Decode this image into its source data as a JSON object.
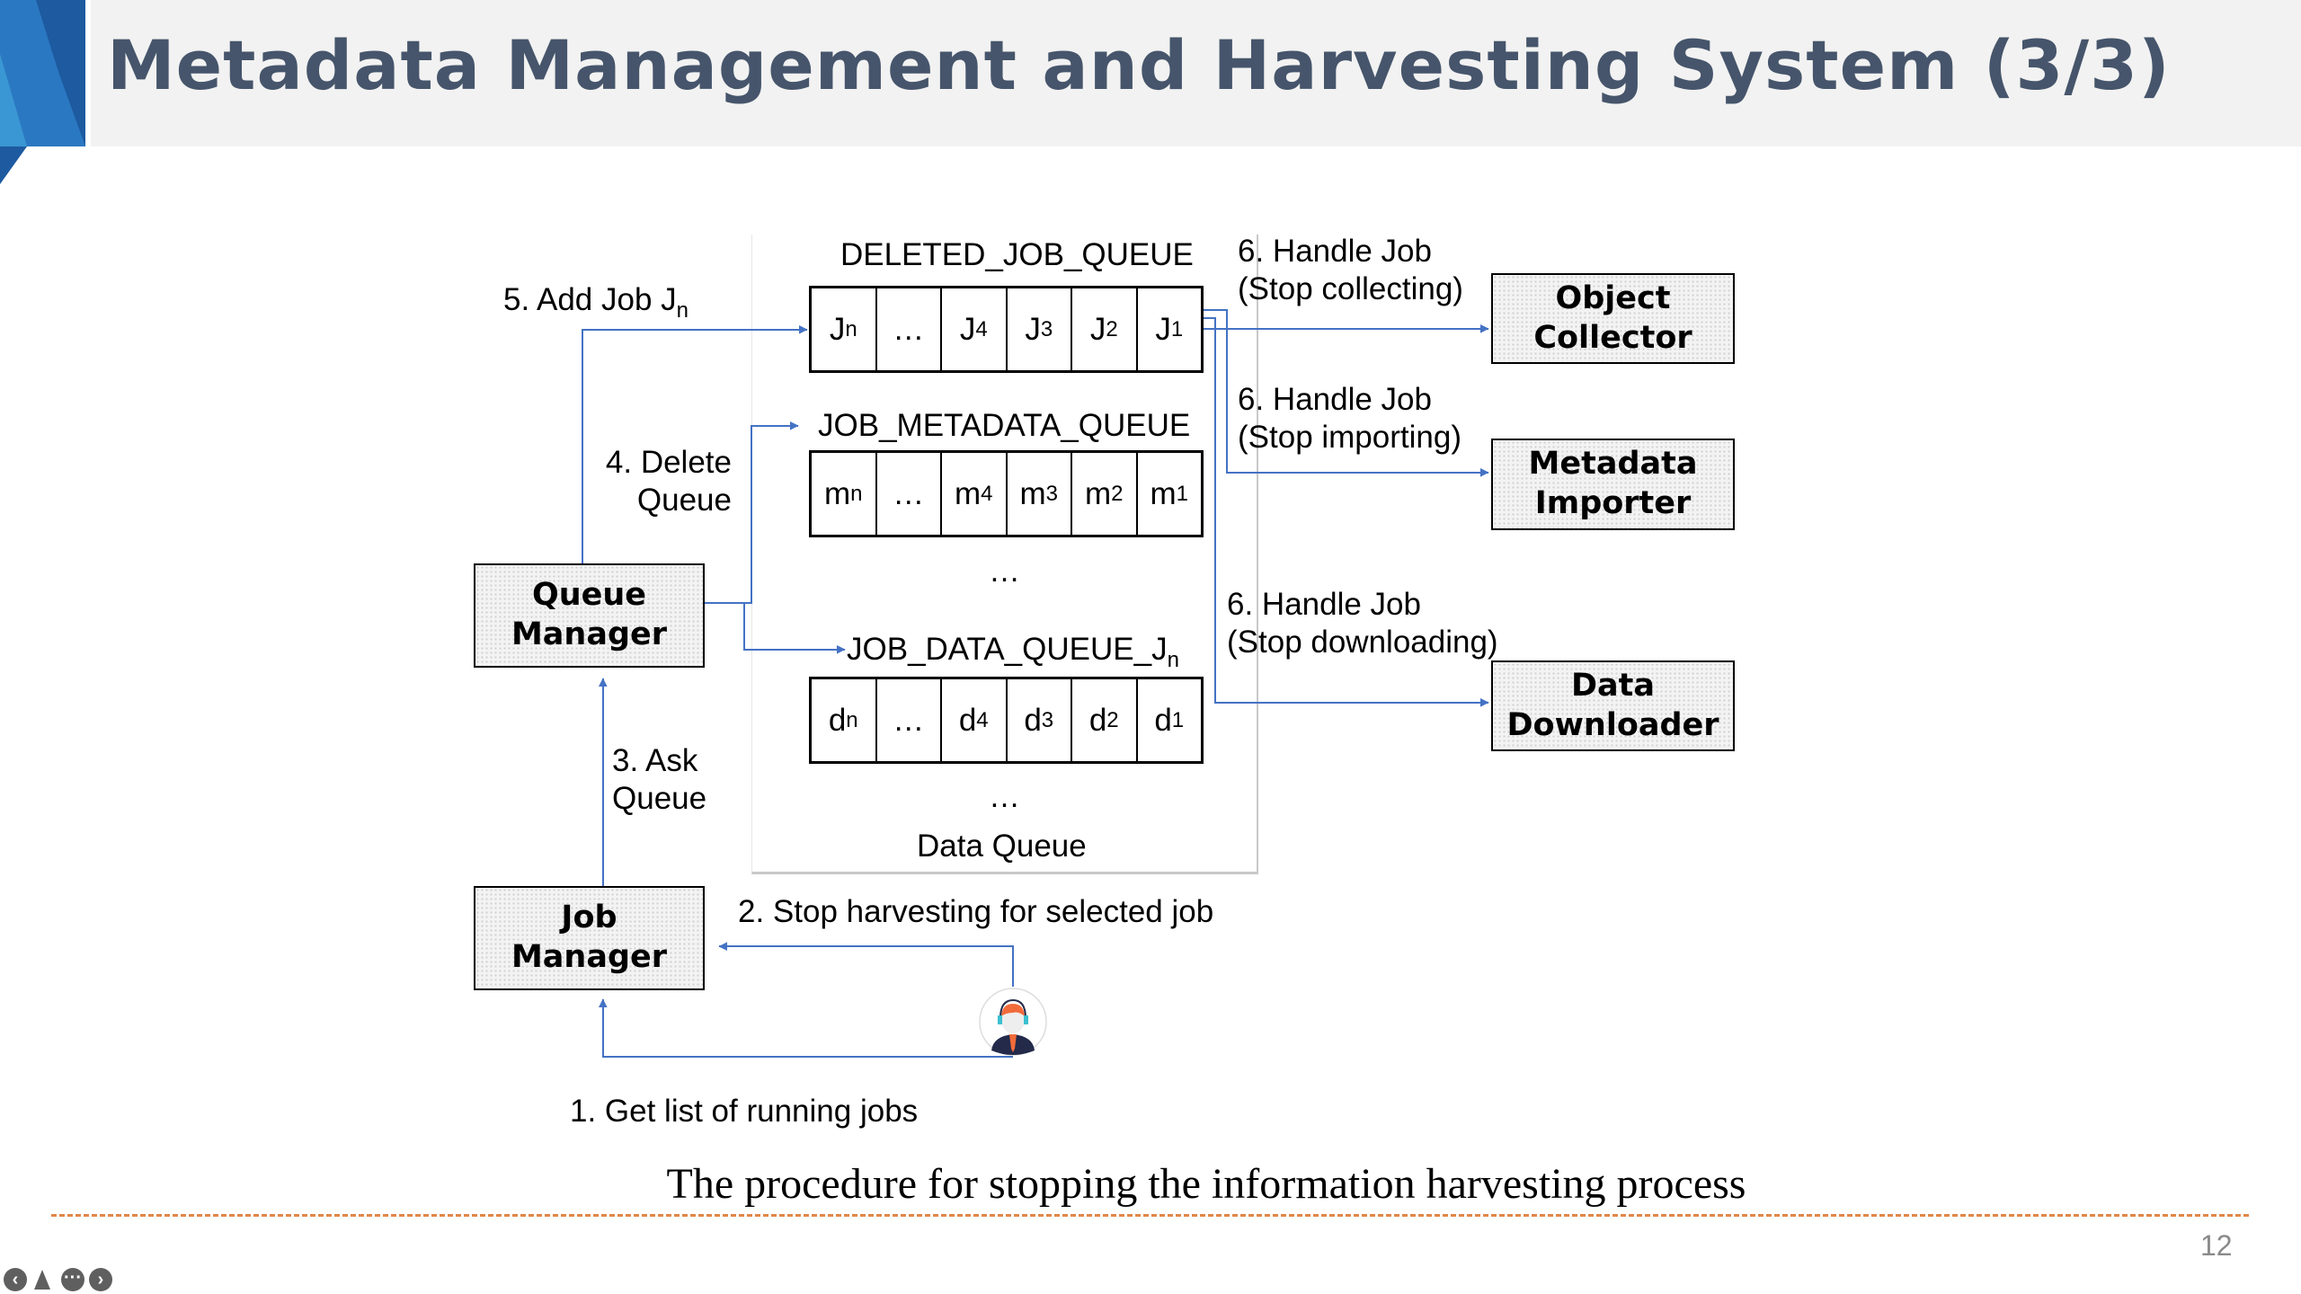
{
  "header": {
    "title": "Metadata Management and Harvesting System (3/3)"
  },
  "data_queue": {
    "label": "Data Queue",
    "ellipsis_mid": "…",
    "ellipsis_bottom": "…",
    "queues": [
      {
        "name": "DELETED_JOB_QUEUE",
        "cells": [
          {
            "b": "J",
            "s": "n"
          },
          {
            "b": "…",
            "s": ""
          },
          {
            "b": "J",
            "s": "4"
          },
          {
            "b": "J",
            "s": "3"
          },
          {
            "b": "J",
            "s": "2"
          },
          {
            "b": "J",
            "s": "1"
          }
        ]
      },
      {
        "name": "JOB_METADATA_QUEUE",
        "cells": [
          {
            "b": "m",
            "s": "n"
          },
          {
            "b": "…",
            "s": ""
          },
          {
            "b": "m",
            "s": "4"
          },
          {
            "b": "m",
            "s": "3"
          },
          {
            "b": "m",
            "s": "2"
          },
          {
            "b": "m",
            "s": "1"
          }
        ]
      },
      {
        "name": "JOB_DATA_QUEUE_J",
        "name_sub": "n",
        "cells": [
          {
            "b": "d",
            "s": "n"
          },
          {
            "b": "…",
            "s": ""
          },
          {
            "b": "d",
            "s": "4"
          },
          {
            "b": "d",
            "s": "3"
          },
          {
            "b": "d",
            "s": "2"
          },
          {
            "b": "d",
            "s": "1"
          }
        ]
      }
    ]
  },
  "components": {
    "queue_manager": [
      "Queue",
      "Manager"
    ],
    "job_manager": [
      "Job",
      "Manager"
    ],
    "object_collector": [
      "Object",
      "Collector"
    ],
    "metadata_importer": [
      "Metadata",
      "Importer"
    ],
    "data_downloader": [
      "Data",
      "Downloader"
    ]
  },
  "steps": {
    "s1": "1. Get list of running jobs",
    "s2": "2. Stop harvesting for selected job",
    "s3": [
      "3. Ask",
      "Queue"
    ],
    "s4": [
      "4. Delete",
      "Queue"
    ],
    "s5": "5. Add Job J",
    "s5_sub": "n",
    "s6a": [
      "6. Handle Job",
      "(Stop collecting)"
    ],
    "s6b": [
      "6. Handle Job",
      "(Stop importing)"
    ],
    "s6c": [
      "6. Handle Job",
      "(Stop downloading)"
    ]
  },
  "caption": "The procedure for stopping the information harvesting process",
  "page_number": "12",
  "nav_icons": [
    "arrow-left-icon",
    "pen-icon",
    "more-icon",
    "arrow-right-icon"
  ],
  "colors": {
    "arrow": "#4472c4",
    "title": "#46556b",
    "dash": "#e0874a"
  }
}
